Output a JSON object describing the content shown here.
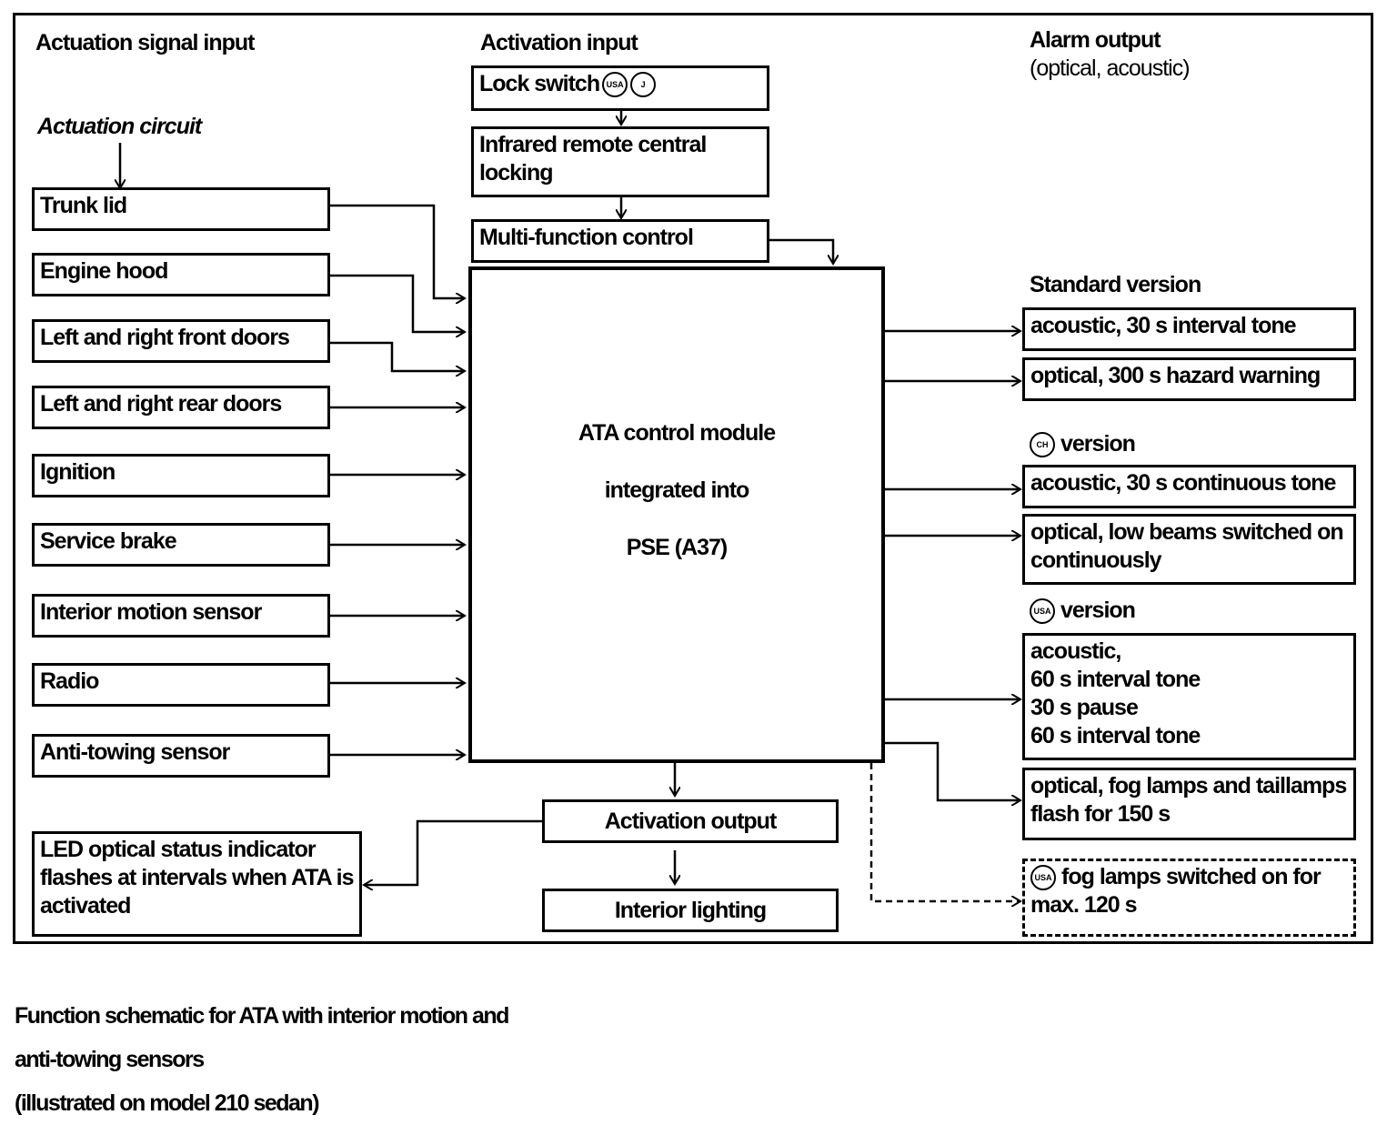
{
  "headings": {
    "actuation_signal_input": "Actuation signal input",
    "actuation_circuit": "Actuation circuit",
    "activation_input": "Activation input",
    "alarm_output_line1": "Alarm output",
    "alarm_output_line2": "(optical, acoustic)",
    "standard_version": "Standard version",
    "ch_version": "version",
    "usa_version": "version"
  },
  "badges": {
    "usa": "USA",
    "j": "J",
    "ch": "CH"
  },
  "inputs": [
    "Trunk lid",
    "Engine hood",
    "Left and right front doors",
    "Left and right rear doors",
    "Ignition",
    "Service brake",
    "Interior motion sensor",
    "Radio",
    "Anti-towing sensor"
  ],
  "activation_chain": {
    "lock_switch": "Lock switch",
    "infrared_line1": "Infrared remote central",
    "infrared_line2": "locking",
    "multi_function": "Multi-function control"
  },
  "control_module": {
    "line1": "ATA control module",
    "line2": "integrated into",
    "line3": "PSE (A37)"
  },
  "outputs": {
    "standard_acoustic": "acoustic, 30 s interval tone",
    "standard_optical": "optical, 300 s hazard warning",
    "ch_acoustic": "acoustic, 30 s continuous tone",
    "ch_optical_line1": "optical, low beams switched on",
    "ch_optical_line2": "continuously",
    "usa_acoustic_line1": "acoustic,",
    "usa_acoustic_line2": "60 s interval tone",
    "usa_acoustic_line3": "30 s pause",
    "usa_acoustic_line4": "60 s interval tone",
    "usa_optical_line1": "optical, fog lamps and taillamps",
    "usa_optical_line2": "flash for 150 s",
    "usa_fog_line1": "fog lamps switched on for",
    "usa_fog_line2": "max. 120 s"
  },
  "activation_output": "Activation output",
  "interior_lighting": "Interior lighting",
  "led_indicator": {
    "line1": "LED optical status indicator",
    "line2": "flashes at intervals when ATA is",
    "line3": "activated"
  },
  "caption": {
    "line1": "Function schematic for ATA with interior motion and",
    "line2": "anti-towing sensors",
    "line3": "(illustrated on model 210 sedan)"
  }
}
